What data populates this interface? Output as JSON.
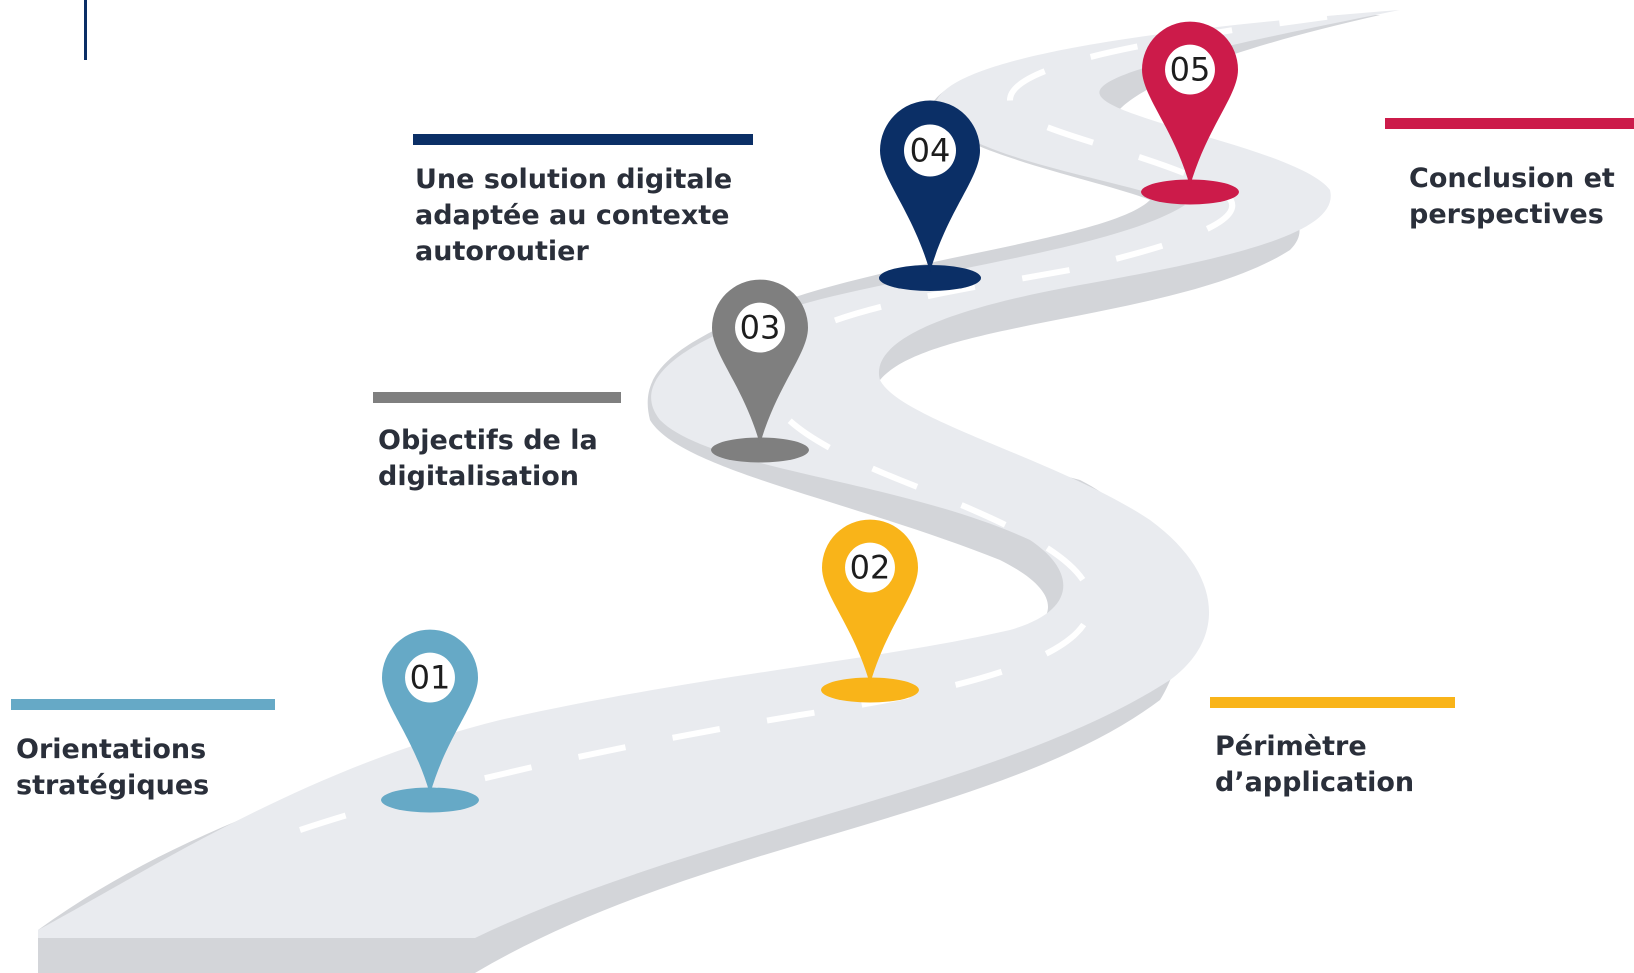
{
  "colors": {
    "step1": "#66a9c6",
    "step2": "#f9b419",
    "step3": "#7f7f7f",
    "step4": "#0b2f66",
    "step5": "#cc1b4a",
    "road_top": "#e9ebef",
    "road_side": "#d3d5d9",
    "road_dash": "#ffffff",
    "label_text": "#2a2f3a",
    "accent": "#0b2f66"
  },
  "steps": [
    {
      "number": "01",
      "lines": [
        "Orientations",
        "stratégiques"
      ],
      "color": "#66a9c6",
      "icon": "map-pin-icon"
    },
    {
      "number": "02",
      "lines": [
        "Périmètre",
        "d’application"
      ],
      "color": "#f9b419",
      "icon": "map-pin-icon"
    },
    {
      "number": "03",
      "lines": [
        "Objectifs de la",
        "digitalisation"
      ],
      "color": "#7f7f7f",
      "icon": "map-pin-icon"
    },
    {
      "number": "04",
      "lines": [
        "Une solution digitale",
        "adaptée au contexte",
        "autoroutier"
      ],
      "color": "#0b2f66",
      "icon": "map-pin-icon"
    },
    {
      "number": "05",
      "lines": [
        "Conclusion et",
        "perspectives"
      ],
      "color": "#cc1b4a",
      "icon": "map-pin-icon"
    }
  ]
}
